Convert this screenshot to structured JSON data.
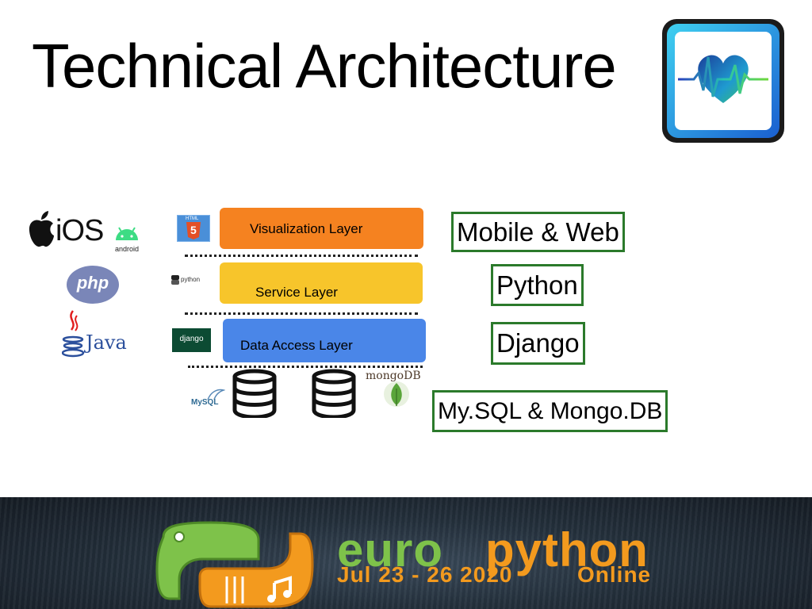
{
  "slide": {
    "title": "Technical Architecture"
  },
  "layers": [
    {
      "label": "Visualization Layer",
      "color": "#f58220"
    },
    {
      "label": "Service Layer",
      "color": "#f7c52b"
    },
    {
      "label": "Data Access Layer",
      "color": "#4a86e8"
    }
  ],
  "technologies": [
    {
      "label": "Mobile & Web"
    },
    {
      "label": "Python"
    },
    {
      "label": "Django"
    },
    {
      "label": "My.SQL & Mongo.DB"
    }
  ],
  "logos": {
    "ios": "iOS",
    "android": "android",
    "html5_badge": "HTML",
    "html5_number": "5",
    "php": "php",
    "java": "Java",
    "python_small": "python",
    "django": "django",
    "mysql": "MySQL",
    "mongodb": "mongoDB"
  },
  "banner": {
    "euro": "euro",
    "python": "python",
    "dates": "Jul 23 - 26 2020",
    "online": "Online"
  },
  "colors": {
    "tech_border": "#2b7a2b",
    "euro_green": "#7ec24a",
    "python_orange": "#f39a1e"
  }
}
